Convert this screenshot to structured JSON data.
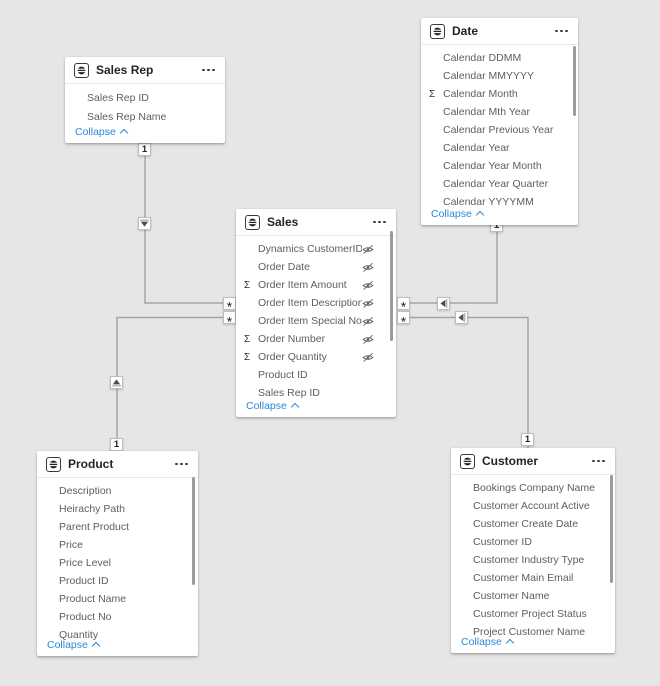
{
  "app": {
    "view_name": "model-diagram"
  },
  "colors": {
    "canvas_background": "#e6e6e6",
    "card_background": "#ffffff",
    "header_text": "#252423",
    "field_text": "#605e5c",
    "collapse_link": "#2b88d8",
    "relationship_line": "#a5a5a5"
  },
  "markers": {
    "one": "1",
    "many": "*",
    "sigma": "Σ"
  },
  "icons": {
    "table_icon": "striped-disc-in-rounded-square",
    "more_options_icon": "three-dots",
    "hidden_icon": "eye-with-slash",
    "collapse_icon": "chevron-up",
    "filter_arrow_icon": "triangle-arrow"
  },
  "tables": [
    {
      "id": "sales-rep",
      "name": "Sales Rep",
      "collapse_label": "Collapse",
      "fields": [
        {
          "name": "Sales Rep ID"
        },
        {
          "name": "Sales Rep Name"
        }
      ]
    },
    {
      "id": "date",
      "name": "Date",
      "collapse_label": "Collapse",
      "fields": [
        {
          "name": "Calendar DDMM"
        },
        {
          "name": "Calendar MMYYYY"
        },
        {
          "name": "Calendar Month",
          "sigma": true
        },
        {
          "name": "Calendar Mth Year"
        },
        {
          "name": "Calendar Previous Year"
        },
        {
          "name": "Calendar Year"
        },
        {
          "name": "Calendar Year Month"
        },
        {
          "name": "Calendar Year Quarter"
        },
        {
          "name": "Calendar YYYYMM"
        }
      ]
    },
    {
      "id": "sales",
      "name": "Sales",
      "collapse_label": "Collapse",
      "fields": [
        {
          "name": "Dynamics CustomerID",
          "hidden": true
        },
        {
          "name": "Order Date",
          "hidden": true
        },
        {
          "name": "Order Item Amount",
          "sigma": true,
          "hidden": true
        },
        {
          "name": "Order Item Description",
          "hidden": true
        },
        {
          "name": "Order Item Special Note",
          "hidden": true
        },
        {
          "name": "Order Number",
          "sigma": true,
          "hidden": true
        },
        {
          "name": "Order Quantity",
          "sigma": true,
          "hidden": true
        },
        {
          "name": "Product ID"
        },
        {
          "name": "Sales Rep ID"
        }
      ]
    },
    {
      "id": "product",
      "name": "Product",
      "collapse_label": "Collapse",
      "fields": [
        {
          "name": "Description"
        },
        {
          "name": "Heirachy Path"
        },
        {
          "name": "Parent Product"
        },
        {
          "name": "Price"
        },
        {
          "name": "Price Level"
        },
        {
          "name": "Product ID"
        },
        {
          "name": "Product Name"
        },
        {
          "name": "Product No"
        },
        {
          "name": "Quantity"
        }
      ]
    },
    {
      "id": "customer",
      "name": "Customer",
      "collapse_label": "Collapse",
      "fields": [
        {
          "name": "Bookings Company Name"
        },
        {
          "name": "Customer Account Active"
        },
        {
          "name": "Customer Create Date"
        },
        {
          "name": "Customer ID"
        },
        {
          "name": "Customer Industry Type"
        },
        {
          "name": "Customer Main Email"
        },
        {
          "name": "Customer Name"
        },
        {
          "name": "Customer Project Status"
        },
        {
          "name": "Project Customer Name"
        }
      ]
    }
  ],
  "relationships": [
    {
      "from": "Sales Rep",
      "to": "Sales",
      "from_cardinality": "1",
      "to_cardinality": "*",
      "filter_direction": "Sales Rep to Sales"
    },
    {
      "from": "Product",
      "to": "Sales",
      "from_cardinality": "1",
      "to_cardinality": "*",
      "filter_direction": "Product to Sales"
    },
    {
      "from": "Date",
      "to": "Sales",
      "from_cardinality": "1",
      "to_cardinality": "*",
      "filter_direction": "Date to Sales"
    },
    {
      "from": "Customer",
      "to": "Sales",
      "from_cardinality": "1",
      "to_cardinality": "*",
      "filter_direction": "Customer to Sales"
    }
  ]
}
